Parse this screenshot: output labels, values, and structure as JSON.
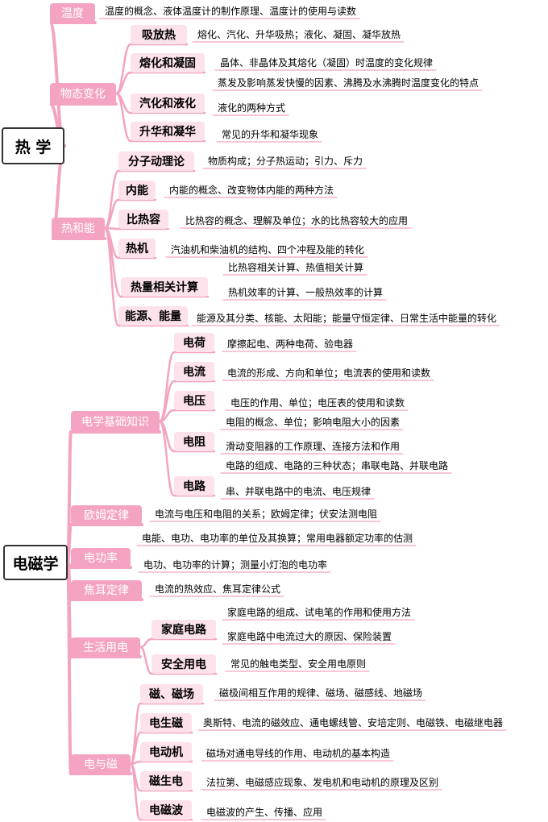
{
  "colors": {
    "branch": "#f4a3c2",
    "topic_fill": "#fde2ec",
    "root_border": "#333333"
  },
  "heat": {
    "root": "热 学",
    "wendu": {
      "label": "温度",
      "notes": [
        "温度的概念、液体温度计的制作原理、温度计的使用与读数"
      ]
    },
    "wutai": {
      "label": "物态变化",
      "items": [
        {
          "label": "吸放热",
          "notes": [
            "熔化、汽化、升华吸热；液化、凝固、凝华放热"
          ]
        },
        {
          "label": "熔化和凝固",
          "notes": [
            "晶体、非晶体及其熔化（凝固）时温度的变化规律"
          ]
        },
        {
          "label": "汽化和液化",
          "notes": [
            "蒸发及影响蒸发快慢的因素、沸腾及水沸腾时温度变化的特点",
            "液化的两种方式"
          ]
        },
        {
          "label": "升华和凝华",
          "notes": [
            "常见的升华和凝华现象"
          ]
        }
      ]
    },
    "rene": {
      "label": "热和能",
      "items": [
        {
          "label": "分子动理论",
          "notes": [
            "物质构成；分子热运动；引力、斥力"
          ]
        },
        {
          "label": "内能",
          "notes": [
            "内能的概念、改变物体内能的两种方法"
          ]
        },
        {
          "label": "比热容",
          "notes": [
            "比热容的概念、理解及单位；水的比热容较大的应用"
          ]
        },
        {
          "label": "热机",
          "notes": [
            "汽油机和柴油机的结构、四个冲程及能的转化"
          ]
        },
        {
          "label": "热量相关计算",
          "notes": [
            "比热容相关计算、热值相关计算",
            "热机效率的计算、一般热效率的计算"
          ]
        },
        {
          "label": "能源、能量",
          "notes": [
            "能源及其分类、核能、太阳能；能量守恒定律、日常生活中能量的转化"
          ]
        }
      ]
    }
  },
  "em": {
    "root": "电磁学",
    "jichu": {
      "label": "电学基础知识",
      "items": [
        {
          "label": "电荷",
          "notes": [
            "摩擦起电、两种电荷、验电器"
          ]
        },
        {
          "label": "电流",
          "notes": [
            "电流的形成、方向和单位；电流表的使用和读数"
          ]
        },
        {
          "label": "电压",
          "notes": [
            "电压的作用、单位；电压表的使用和读数"
          ]
        },
        {
          "label": "电阻",
          "notes": [
            "电阻的概念、单位；影响电阻大小的因素",
            "滑动变阻器的工作原理、连接方法和作用"
          ]
        },
        {
          "label": "电路",
          "notes": [
            "电路的组成、电路的三种状态；串联电路、并联电路",
            "串、并联电路中的电流、电压规律"
          ]
        }
      ]
    },
    "oumu": {
      "label": "欧姆定律",
      "notes": [
        "电流与电压和电阻的关系；欧姆定律；伏安法测电阻"
      ]
    },
    "diangonglv": {
      "label": "电功率",
      "notes": [
        "电能、电功、电功率的单位及其换算；常用电器额定功率的估测",
        "电功、电功率的计算；测量小灯泡的电功率"
      ]
    },
    "jiaoer": {
      "label": "焦耳定律",
      "notes": [
        "电流的热效应、焦耳定律公式"
      ]
    },
    "shenghuo": {
      "label": "生活用电",
      "items": [
        {
          "label": "家庭电路",
          "notes": [
            "家庭电路的组成、试电笔的作用和使用方法",
            "家庭电路中电流过大的原因、保险装置"
          ]
        },
        {
          "label": "安全用电",
          "notes": [
            "常见的触电类型、安全用电原则"
          ]
        }
      ]
    },
    "dianyuci": {
      "label": "电与磁",
      "items": [
        {
          "label": "磁、磁场",
          "notes": [
            "磁极间相互作用的规律、磁场、磁感线、地磁场"
          ]
        },
        {
          "label": "电生磁",
          "notes": [
            "奥斯特、电流的磁效应、通电螺线管、安培定则、电磁铁、电磁继电器"
          ]
        },
        {
          "label": "电动机",
          "notes": [
            "磁场对通电导线的作用、电动机的基本构造"
          ]
        },
        {
          "label": "磁生电",
          "notes": [
            "法拉第、电磁感应现象、发电机和电动机的原理及区别"
          ]
        },
        {
          "label": "电磁波",
          "notes": [
            "电磁波的产生、传播、应用"
          ]
        }
      ]
    }
  }
}
